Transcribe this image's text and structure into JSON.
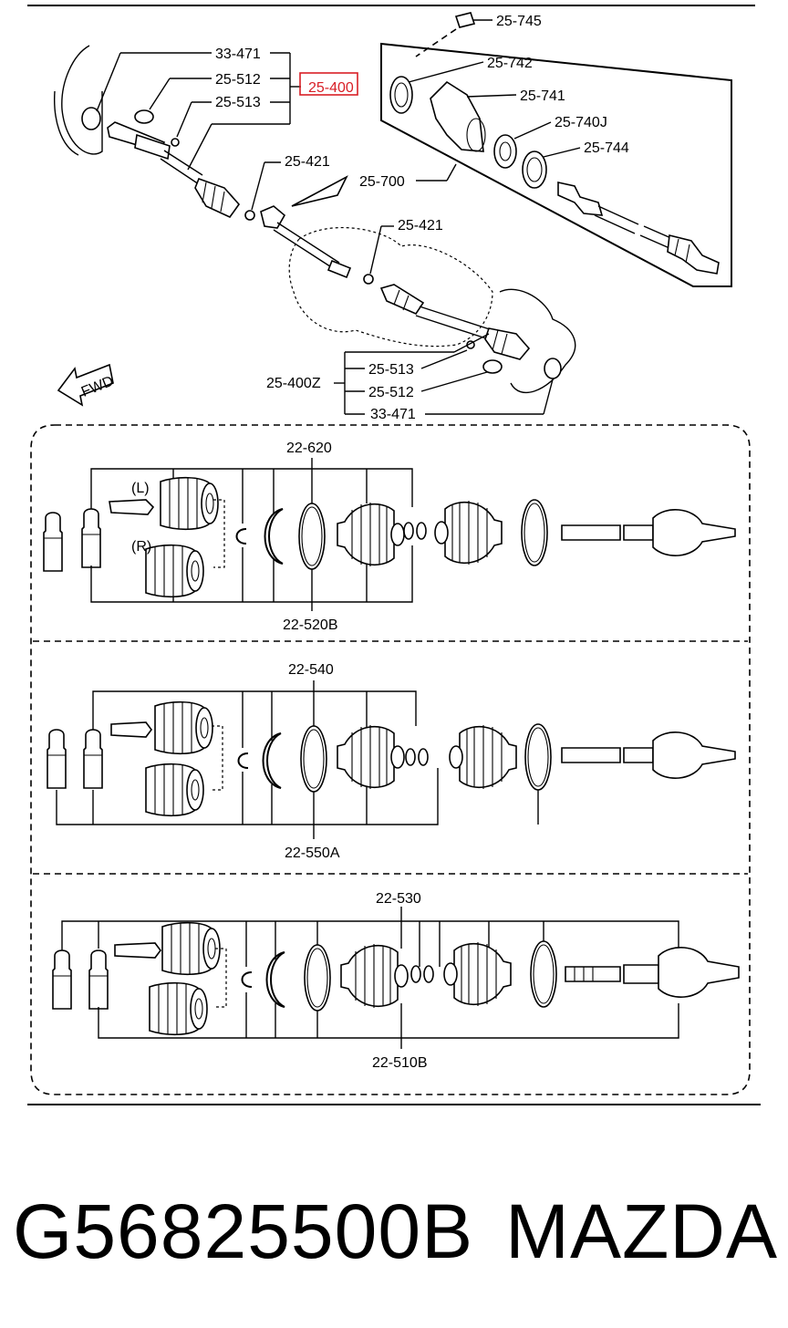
{
  "labels": {
    "p33_471_top": "33-471",
    "p25_512_top": "25-512",
    "p25_513_top": "25-513",
    "p25_400": "25-400",
    "p25_421_a": "25-421",
    "p25_421_b": "25-421",
    "p25_745": "25-745",
    "p25_742": "25-742",
    "p25_741": "25-741",
    "p25_740j": "25-740J",
    "p25_744": "25-744",
    "p25_700": "25-700",
    "p25_400z": "25-400Z",
    "p25_513_bot": "25-513",
    "p25_512_bot": "25-512",
    "p33_471_bot": "33-471",
    "fwd": "FWD"
  },
  "panel1": {
    "top": "22-620",
    "bottom": "22-520B",
    "left_tag": "(L)",
    "right_tag": "(R)"
  },
  "panel2": {
    "top": "22-540",
    "bottom": "22-550A"
  },
  "panel3": {
    "top": "22-530",
    "bottom": "22-510B"
  },
  "footer": {
    "part_number": "G56825500B",
    "brand": "MAZDA"
  },
  "colors": {
    "highlight": "#d81f26",
    "ink": "#000000",
    "background": "#ffffff"
  }
}
